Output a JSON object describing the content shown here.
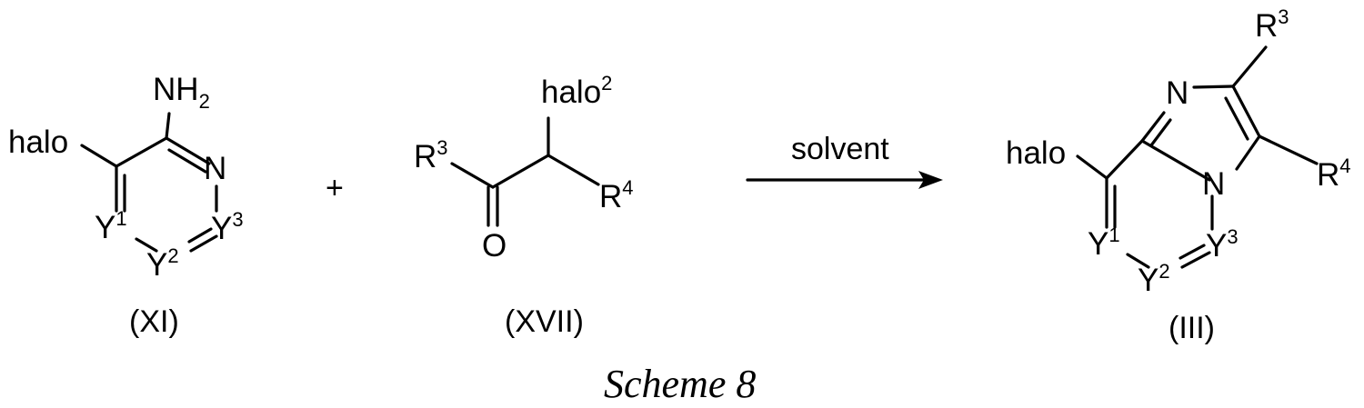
{
  "scheme_title": "Scheme 8",
  "reagent_plus": "+",
  "reaction_condition": "solvent",
  "compounds": [
    {
      "id": "XI",
      "caption": "(XI)",
      "labels": {
        "amine_main": "NH",
        "amine_sub": "2",
        "halo": "halo",
        "n": "N",
        "y1_main": "Y",
        "y1_sup": "1",
        "y2_main": "Y",
        "y2_sup": "2",
        "y3_main": "Y",
        "y3_sup": "3"
      }
    },
    {
      "id": "XVII",
      "caption": "(XVII)",
      "labels": {
        "halo2_main": "halo",
        "halo2_sup": "2",
        "r3_main": "R",
        "r3_sup": "3",
        "r4_main": "R",
        "r4_sup": "4",
        "o": "O"
      }
    },
    {
      "id": "III",
      "caption": "(III)",
      "labels": {
        "r3_main": "R",
        "r3_sup": "3",
        "r4_main": "R",
        "r4_sup": "4",
        "n_top": "N",
        "n_bridge": "N",
        "halo": "halo",
        "y1_main": "Y",
        "y1_sup": "1",
        "y2_main": "Y",
        "y2_sup": "2",
        "y3_main": "Y",
        "y3_sup": "3"
      }
    }
  ]
}
